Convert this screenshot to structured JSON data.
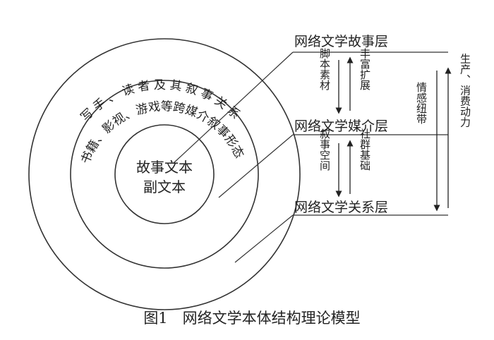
{
  "layers": {
    "story": "网络文学故事层",
    "media": "网络文学媒介层",
    "relation": "网络文学关系层"
  },
  "inner_circle": {
    "line1": "故事文本",
    "line2": "副文本"
  },
  "middle_ring_text": "书籍、影视、游戏等跨媒介叙事形态",
  "outer_ring_text": "写手、读者及其叙事关系",
  "arrows": {
    "story_down": "脚本素材",
    "story_up": "丰富扩展",
    "media_down": "叙事空间",
    "media_up": "社群基础",
    "emotion": "情感纽带",
    "drive": "生产、消费动力"
  },
  "caption": "图1　网络文学本体结构理论模型"
}
